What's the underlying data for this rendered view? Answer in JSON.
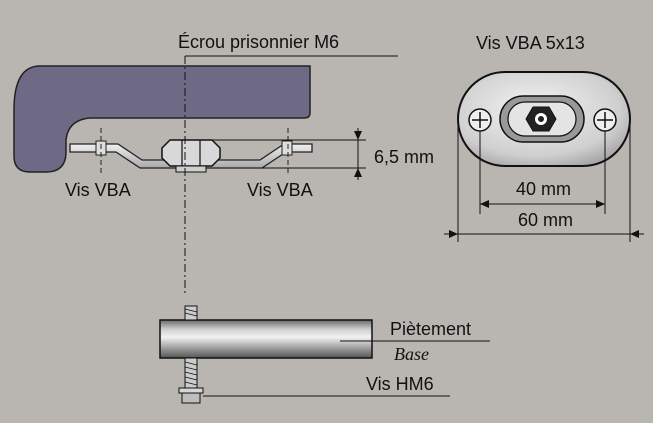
{
  "labels": {
    "nut": "Écrou prisonnier M6",
    "screw_left": "Vis VBA",
    "screw_right": "Vis VBA",
    "height_dim": "6,5 mm",
    "top_right_title": "Vis VBA 5x13",
    "dim_40": "40 mm",
    "dim_60": "60 mm",
    "pietement": "Piètement",
    "base": "Base",
    "vis_hm6": "Vis HM6"
  },
  "colors": {
    "background": "#b9b6b1",
    "armrest": "#6e6a86",
    "line": "#111111"
  }
}
